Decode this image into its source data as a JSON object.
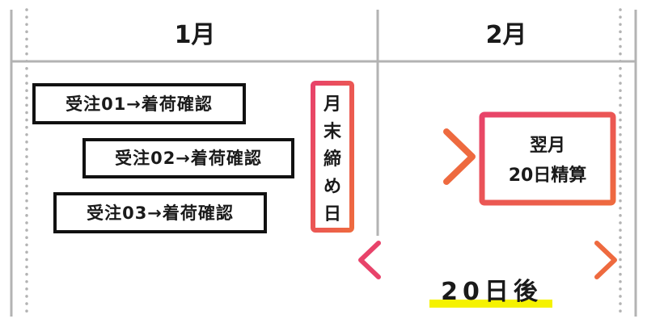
{
  "months": {
    "left": "1月",
    "right": "2月"
  },
  "orders": [
    "受注01→着荷確認",
    "受注02→着荷確認",
    "受注03→着荷確認"
  ],
  "closing_day": [
    "月",
    "末",
    "締",
    "め",
    "日"
  ],
  "settlement": {
    "line1": "翌月",
    "line2": "20日精算"
  },
  "interval": "20日後",
  "colors": {
    "accent_pink": "#e8436a",
    "accent_orange": "#ee6a3f",
    "highlight_yellow": "#f5f200",
    "grid_gray": "#b3b3b3",
    "text": "#1a1a1a"
  }
}
